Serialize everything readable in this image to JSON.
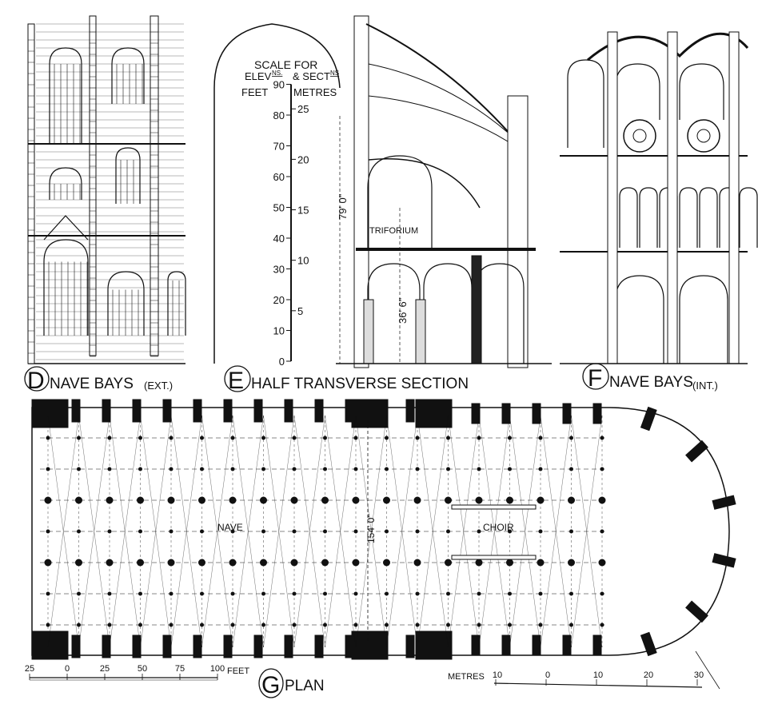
{
  "panels": {
    "d": {
      "letter": "D",
      "title": "NAVE BAYS",
      "suffix": "(EXT.)"
    },
    "e": {
      "letter": "E",
      "title": "HALF TRANSVERSE SECTION"
    },
    "f": {
      "letter": "F",
      "title": "NAVE BAYS",
      "suffix": "(INT.)"
    },
    "g": {
      "letter": "G",
      "title": "PLAN"
    }
  },
  "section_scale": {
    "heading_1": "SCALE FOR",
    "heading_2": "ELEV",
    "heading_2_sup": "NS.",
    "heading_3": "& SECT",
    "heading_3_sup": "NS",
    "feet_label": "FEET",
    "metres_label": "METRES",
    "feet_ticks": [
      "0",
      "10",
      "20",
      "30",
      "40",
      "50",
      "60",
      "70",
      "80",
      "90"
    ],
    "metre_ticks": [
      "5",
      "10",
      "15",
      "20",
      "25"
    ]
  },
  "section_annotations": {
    "triforium": "TRIFORIUM",
    "total_height": "79' 0\"",
    "arcade_height": "36' 6\""
  },
  "plan_annotations": {
    "nave": "NAVE",
    "choir": "CHOIR",
    "width": "154' 0\""
  },
  "plan_scales": {
    "feet_ticks": [
      "25",
      "0",
      "25",
      "50",
      "75",
      "100"
    ],
    "feet_unit": "FEET",
    "metres_unit": "METRES",
    "metre_ticks": [
      "10",
      "0",
      "10",
      "20",
      "30"
    ]
  },
  "colors": {
    "ink": "#111111",
    "paper": "#ffffff"
  }
}
